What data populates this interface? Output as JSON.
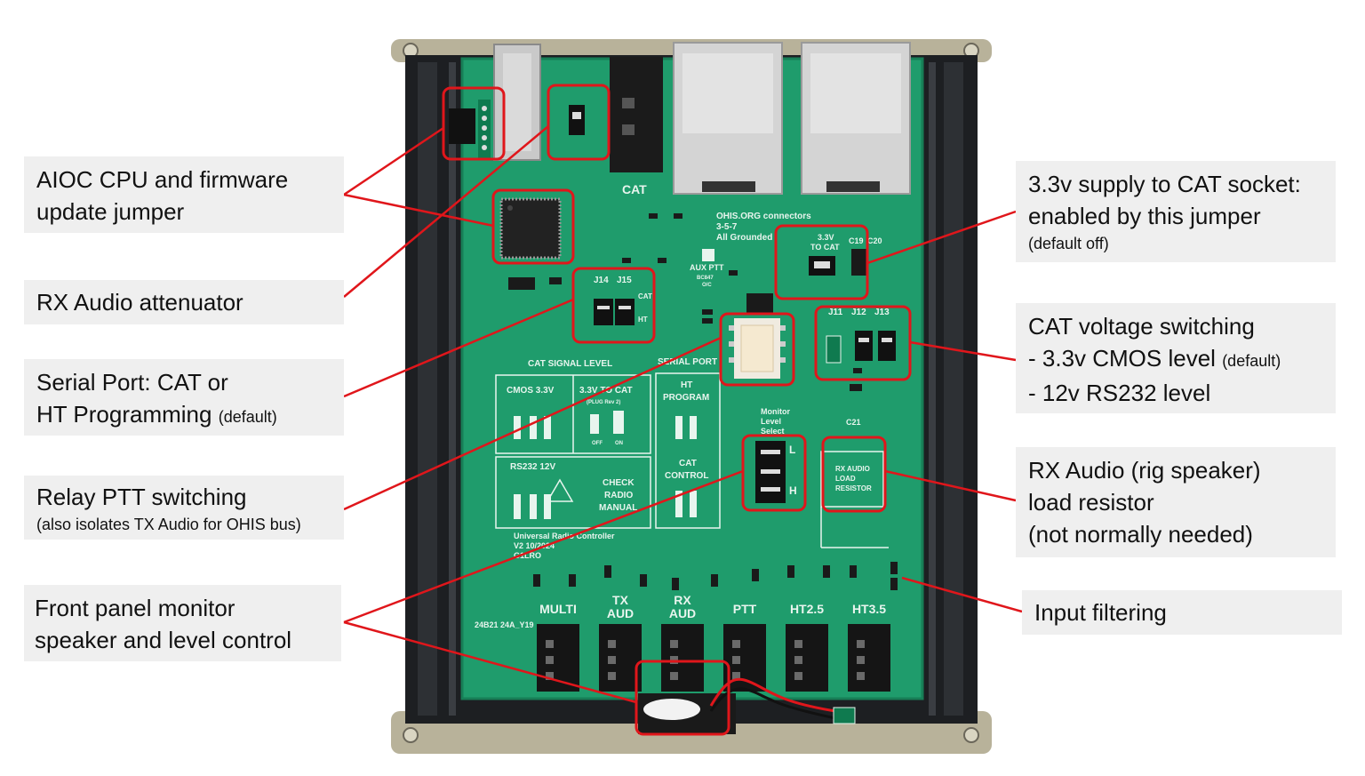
{
  "colors": {
    "pcb": "#1f9c6c",
    "pcb_dark": "#177e56",
    "silkscreen": "#e8f5ee",
    "enclosure": "#1d1f22",
    "rail": "#b8b29a",
    "highlight": "#e0161b",
    "callout_bg": "#efefef"
  },
  "callouts": {
    "aioc": {
      "line1": "AIOC CPU and firmware",
      "line2": "update jumper"
    },
    "rx_atten": {
      "line1": "RX Audio attenuator"
    },
    "serial": {
      "line1": "Serial Port: CAT or",
      "line2": "HT Programming",
      "note": "(default)"
    },
    "relay": {
      "line1": "Relay PTT switching",
      "line2": "(also isolates TX Audio for OHIS bus)"
    },
    "front": {
      "line1": "Front panel monitor",
      "line2": "speaker and level control"
    },
    "supply": {
      "line1": "3.3v supply to CAT socket:",
      "line2": "enabled by this jumper",
      "note": "(default off)"
    },
    "catvolt": {
      "line1": "CAT voltage switching",
      "line2": "- 3.3v CMOS level",
      "note": "(default)",
      "line3": "- 12v RS232 level"
    },
    "rxload": {
      "line1": "RX Audio (rig speaker)",
      "line2": "load resistor",
      "line3": "(not normally needed)"
    },
    "filter": {
      "line1": "Input filtering"
    }
  },
  "board": {
    "cat": "CAT",
    "ohis1": "OHIS.ORG connectors",
    "ohis2": "3-5-7",
    "ohis3": "All Grounded",
    "to_cat_1": "3.3V",
    "to_cat_2": "TO CAT",
    "c19": "C19",
    "c20": "C20",
    "c21": "C21",
    "j11": "J11",
    "j12": "J12",
    "j13": "J13",
    "j14": "J14",
    "j15": "J15",
    "cat_small": "CAT",
    "ht_small": "HT",
    "aux_ptt": "AUX PTT",
    "bc847": "BC847",
    "oc": "O/C",
    "cat_signal_level": "CAT SIGNAL LEVEL",
    "serial_port": "SERIAL PORT",
    "cmos": "CMOS 3.3V",
    "to_cat_box": "3.3V TO CAT",
    "plug": "(PLUG Rev 2)",
    "off": "OFF",
    "on": "ON",
    "ht_program_1": "HT",
    "ht_program_2": "PROGRAM",
    "cat_control_1": "CAT",
    "cat_control_2": "CONTROL",
    "rs232": "RS232 12V",
    "check_1": "CHECK",
    "check_2": "RADIO",
    "check_3": "MANUAL",
    "monitor_1": "Monitor",
    "monitor_2": "Level",
    "monitor_3": "Select",
    "level_l": "L",
    "level_h": "H",
    "rx_load_1": "RX AUDIO",
    "rx_load_2": "LOAD",
    "rx_load_3": "RESISTOR",
    "urc_1": "Universal Radio Controller",
    "urc_2": "V2 10/2024",
    "urc_3": "G1LRO",
    "date_code": "24B21 24A_Y19",
    "jack_labels": [
      "MULTI",
      "TX\nAUD",
      "RX\nAUD",
      "PTT",
      "HT2.5",
      "HT3.5"
    ]
  }
}
